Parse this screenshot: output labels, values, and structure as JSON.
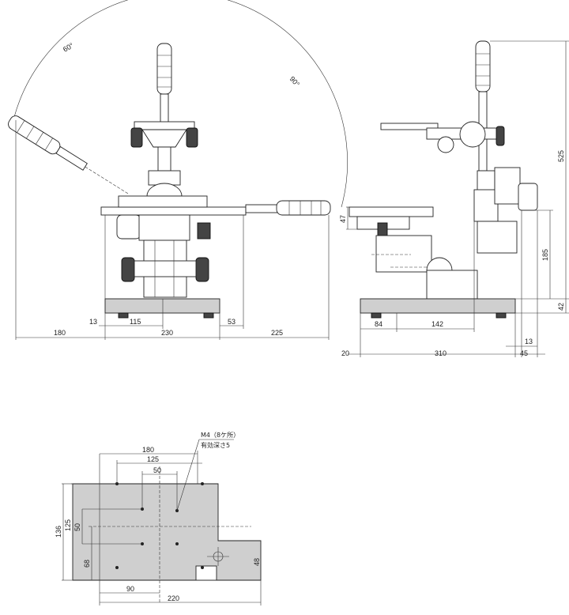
{
  "front_view": {
    "angle_left": "60°",
    "angle_right": "90°",
    "dim_180": "180",
    "dim_13": "13",
    "dim_115": "115",
    "dim_230": "230",
    "dim_53": "53",
    "dim_225": "225"
  },
  "side_view": {
    "dim_525": "525",
    "dim_47": "47",
    "dim_185": "185",
    "dim_42": "42",
    "dim_84": "84",
    "dim_142": "142",
    "dim_13": "13",
    "dim_20": "20",
    "dim_310": "310",
    "dim_45": "45"
  },
  "base_plan": {
    "hole_note": "M4（8ケ所）",
    "hole_depth": "有効深さ5",
    "dim_180": "180",
    "dim_125": "125",
    "dim_50_top": "50",
    "dim_136": "136",
    "dim_125_v": "125",
    "dim_50_v": "50",
    "dim_68": "68",
    "dim_48": "48",
    "dim_90": "90",
    "dim_220": "220"
  }
}
